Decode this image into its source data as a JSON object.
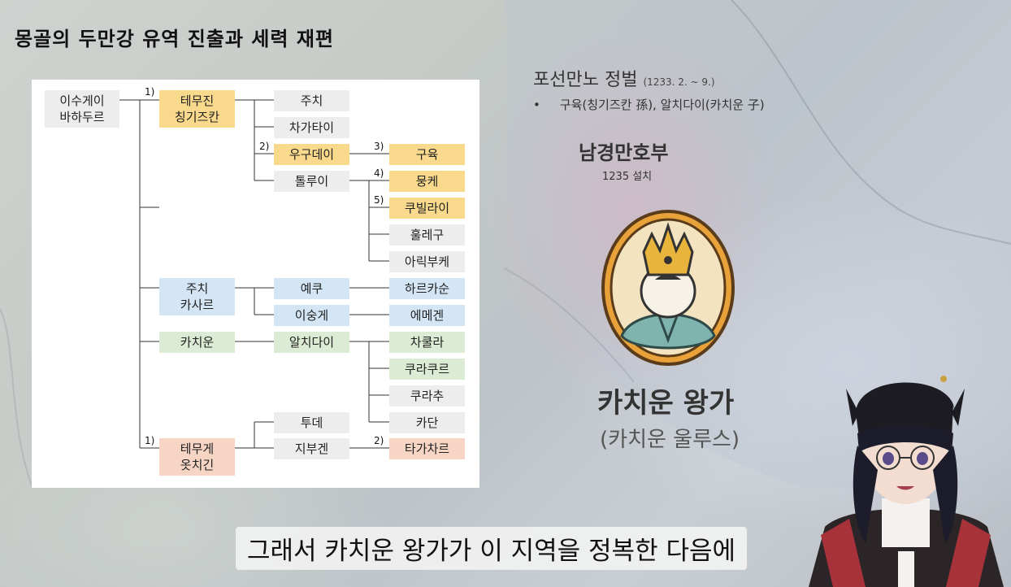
{
  "title": "몽골의 두만강 유역 진출과 세력 재편",
  "tree": {
    "root": [
      "이수게이",
      "바하두르"
    ],
    "temujin": [
      "테무진",
      "칭기즈칸"
    ],
    "jochi_son": "주치",
    "chagatai": "차가타이",
    "ogedei": "우구데이",
    "tolui": "톨루이",
    "guyuk": "구육",
    "mongke": "뭉케",
    "kublai": "쿠빌라이",
    "hulegu": "훌레구",
    "ariq": "아릭부케",
    "jochi_kasar": [
      "주치",
      "카사르"
    ],
    "yeku": "예쿠",
    "isunge": "이숭게",
    "harkasun": "하르카순",
    "emegen": "에메겐",
    "kachiun": "카치운",
    "alchidai": "알치다이",
    "chakula": "차쿨라",
    "kurakur": "쿠라쿠르",
    "kurachu": "쿠라추",
    "kadan": "카단",
    "temuge": [
      "테무게",
      "옷치긴"
    ],
    "tude": "투데",
    "jibugen": "지부겐",
    "tagachar": "타가차르",
    "nums": {
      "n1a": "1)",
      "n2a": "2)",
      "n3": "3)",
      "n4": "4)",
      "n5": "5)",
      "n1b": "1)",
      "n2b": "2)"
    }
  },
  "info": {
    "campaign": "포선만노 정벌",
    "campaign_dates": "(1233. 2. ~ 9.)",
    "bullet_marker": "•",
    "bullet_text": "구육(칭기즈칸 孫), 알치다이(카치운 子)",
    "nk_title": "남경만호부",
    "nk_year": "1235 설치",
    "house": "카치운 왕가",
    "ulus": "(카치운 울루스)"
  },
  "subtitle": "그래서 카치운 왕가가 이 지역을 정복한 다음에",
  "colors": {
    "yellow": "#f9d98c",
    "blue": "#d4e6f6",
    "green": "#dcebd4",
    "peach": "#f6d5c5",
    "gray": "#ededed"
  }
}
